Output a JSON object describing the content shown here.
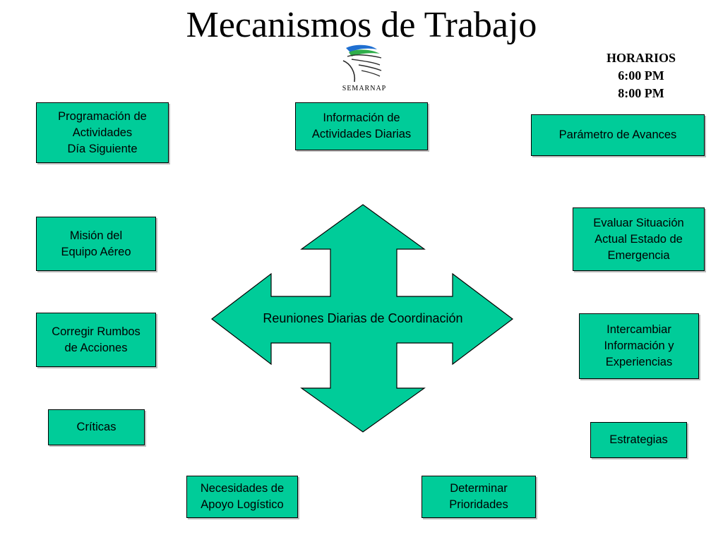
{
  "title": "Mecanismos de Trabajo",
  "logo": {
    "text": "SEMARNAP"
  },
  "schedule": {
    "heading": "HORARIOS",
    "times": [
      "6:00 PM",
      "8:00 PM"
    ]
  },
  "center": {
    "label": "Reuniones Diarias de Coordinación"
  },
  "boxes": {
    "programacion": "Programación de\nActividades\n Día Siguiente",
    "informacion": "Información de\nActividades Diarias",
    "parametro": "Parámetro de Avances",
    "mision": "Misión del\nEquipo Aéreo",
    "evaluar": "Evaluar Situación\nActual Estado de\nEmergencia",
    "corregir": "Corregir Rumbos\nde Acciones",
    "intercambiar": "Intercambiar\nInformación y\n Experiencias",
    "criticas": "Críticas",
    "estrategias": "Estrategias",
    "necesidades": "Necesidades de\nApoyo Logístico",
    "determinar": "Determinar\nPrioridades"
  },
  "colors": {
    "box_fill": "#00cc99",
    "arrow_fill": "#00cc99",
    "outline": "#000000"
  }
}
